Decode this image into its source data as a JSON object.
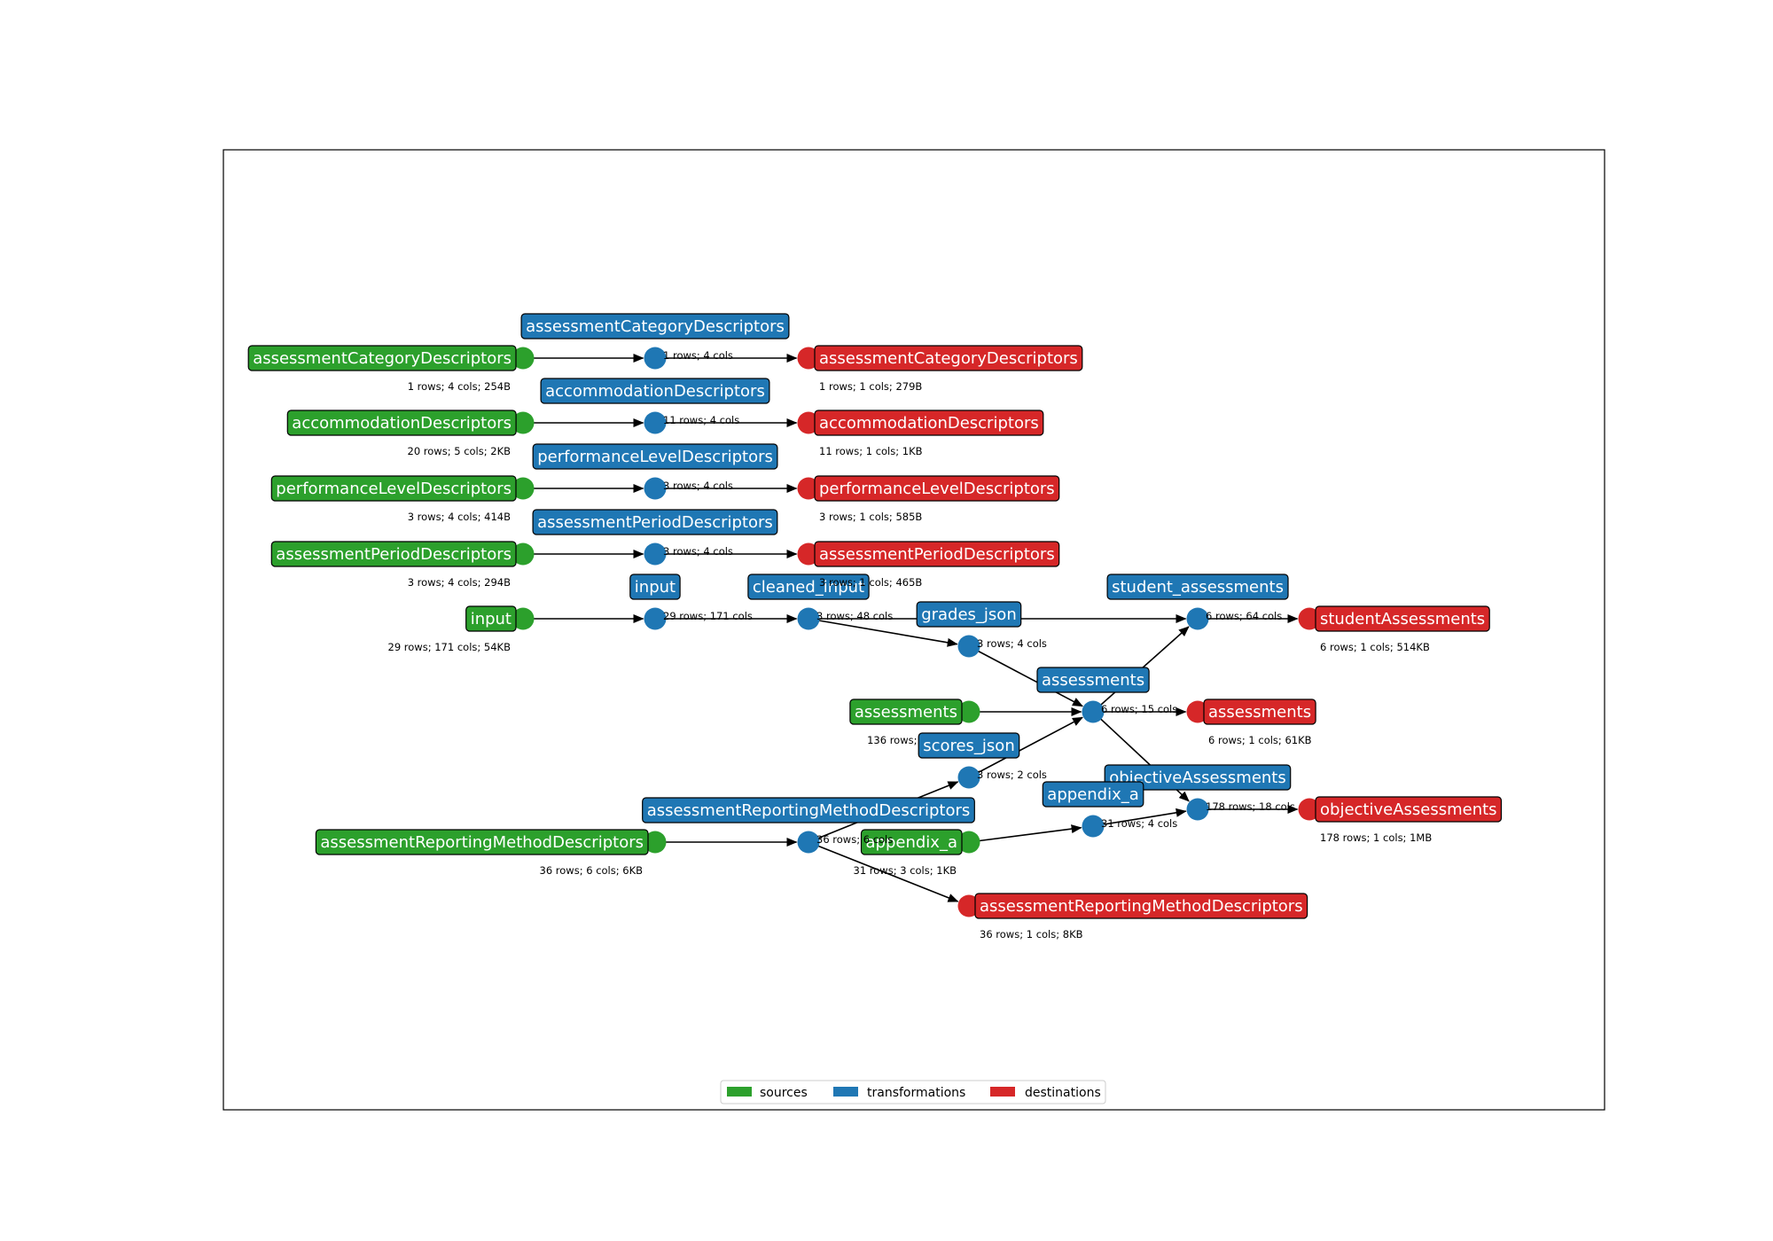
{
  "colors": {
    "source": "#2ca02c",
    "transformation": "#1f77b4",
    "destination": "#d62728",
    "edge": "#000000",
    "frame": "#000000"
  },
  "legend": {
    "sources": "sources",
    "transformations": "transformations",
    "destinations": "destinations"
  },
  "nodes": [
    {
      "id": "s_acd",
      "kind": "source",
      "label": "assessmentCategoryDescriptors",
      "stats": "1 rows; 4 cols; 254B"
    },
    {
      "id": "s_acc",
      "kind": "source",
      "label": "accommodationDescriptors",
      "stats": "20 rows; 5 cols; 2KB"
    },
    {
      "id": "s_pld",
      "kind": "source",
      "label": "performanceLevelDescriptors",
      "stats": "3 rows; 4 cols; 414B"
    },
    {
      "id": "s_apd",
      "kind": "source",
      "label": "assessmentPeriodDescriptors",
      "stats": "3 rows; 4 cols; 294B"
    },
    {
      "id": "s_in",
      "kind": "source",
      "label": "input",
      "stats": "29 rows; 171 cols; 54KB"
    },
    {
      "id": "s_as",
      "kind": "source",
      "label": "assessments",
      "stats": "136 rows; 11 cols"
    },
    {
      "id": "s_arm",
      "kind": "source",
      "label": "assessmentReportingMethodDescriptors",
      "stats": "36 rows; 6 cols; 6KB"
    },
    {
      "id": "s_app",
      "kind": "source",
      "label": "appendix_a",
      "stats": "31 rows; 3 cols; 1KB"
    },
    {
      "id": "t_acd",
      "kind": "transformation",
      "label": "assessmentCategoryDescriptors",
      "stats": "1 rows; 4 cols"
    },
    {
      "id": "t_acc",
      "kind": "transformation",
      "label": "accommodationDescriptors",
      "stats": "11 rows; 4 cols"
    },
    {
      "id": "t_pld",
      "kind": "transformation",
      "label": "performanceLevelDescriptors",
      "stats": "3 rows; 4 cols"
    },
    {
      "id": "t_apd",
      "kind": "transformation",
      "label": "assessmentPeriodDescriptors",
      "stats": "3 rows; 4 cols"
    },
    {
      "id": "t_in",
      "kind": "transformation",
      "label": "input",
      "stats": "29 rows; 171 cols"
    },
    {
      "id": "t_ci",
      "kind": "transformation",
      "label": "cleaned_input",
      "stats": "3 rows; 48 cols"
    },
    {
      "id": "t_gj",
      "kind": "transformation",
      "label": "grades_json",
      "stats": "3 rows; 4 cols"
    },
    {
      "id": "t_sa",
      "kind": "transformation",
      "label": "student_assessments",
      "stats": "6 rows; 64 cols"
    },
    {
      "id": "t_as",
      "kind": "transformation",
      "label": "assessments",
      "stats": "6 rows; 15 cols"
    },
    {
      "id": "t_sj",
      "kind": "transformation",
      "label": "scores_json",
      "stats": "3 rows; 2 cols"
    },
    {
      "id": "t_oa",
      "kind": "transformation",
      "label": "objectiveAssessments",
      "stats": "178 rows; 18 cols"
    },
    {
      "id": "t_app",
      "kind": "transformation",
      "label": "appendix_a",
      "stats": "31 rows; 4 cols"
    },
    {
      "id": "t_arm",
      "kind": "transformation",
      "label": "assessmentReportingMethodDescriptors",
      "stats": "36 rows; 6 cols"
    },
    {
      "id": "d_acd",
      "kind": "destination",
      "label": "assessmentCategoryDescriptors",
      "stats": "1 rows; 1 cols; 279B"
    },
    {
      "id": "d_acc",
      "kind": "destination",
      "label": "accommodationDescriptors",
      "stats": "11 rows; 1 cols; 1KB"
    },
    {
      "id": "d_pld",
      "kind": "destination",
      "label": "performanceLevelDescriptors",
      "stats": "3 rows; 1 cols; 585B"
    },
    {
      "id": "d_apd",
      "kind": "destination",
      "label": "assessmentPeriodDescriptors",
      "stats": "3 rows; 1 cols; 465B"
    },
    {
      "id": "d_sa",
      "kind": "destination",
      "label": "studentAssessments",
      "stats": "6 rows; 1 cols; 514KB"
    },
    {
      "id": "d_as",
      "kind": "destination",
      "label": "assessments",
      "stats": "6 rows; 1 cols; 61KB"
    },
    {
      "id": "d_oa",
      "kind": "destination",
      "label": "objectiveAssessments",
      "stats": "178 rows; 1 cols; 1MB"
    },
    {
      "id": "d_arm",
      "kind": "destination",
      "label": "assessmentReportingMethodDescriptors",
      "stats": "36 rows; 1 cols; 8KB"
    }
  ],
  "edges": [
    [
      "s_acd",
      "t_acd"
    ],
    [
      "t_acd",
      "d_acd"
    ],
    [
      "s_acc",
      "t_acc"
    ],
    [
      "t_acc",
      "d_acc"
    ],
    [
      "s_pld",
      "t_pld"
    ],
    [
      "t_pld",
      "d_pld"
    ],
    [
      "s_apd",
      "t_apd"
    ],
    [
      "t_apd",
      "d_apd"
    ],
    [
      "s_in",
      "t_in"
    ],
    [
      "t_in",
      "t_ci"
    ],
    [
      "t_ci",
      "t_sa"
    ],
    [
      "t_ci",
      "t_gj"
    ],
    [
      "t_gj",
      "t_as"
    ],
    [
      "s_as",
      "t_as"
    ],
    [
      "t_sj",
      "t_as"
    ],
    [
      "t_sa",
      "d_sa"
    ],
    [
      "t_as",
      "t_sa"
    ],
    [
      "t_as",
      "d_as"
    ],
    [
      "t_as",
      "t_oa"
    ],
    [
      "s_arm",
      "t_arm"
    ],
    [
      "t_arm",
      "t_sj"
    ],
    [
      "t_arm",
      "d_arm"
    ],
    [
      "s_app",
      "t_app"
    ],
    [
      "t_app",
      "t_oa"
    ],
    [
      "t_oa",
      "d_oa"
    ]
  ]
}
